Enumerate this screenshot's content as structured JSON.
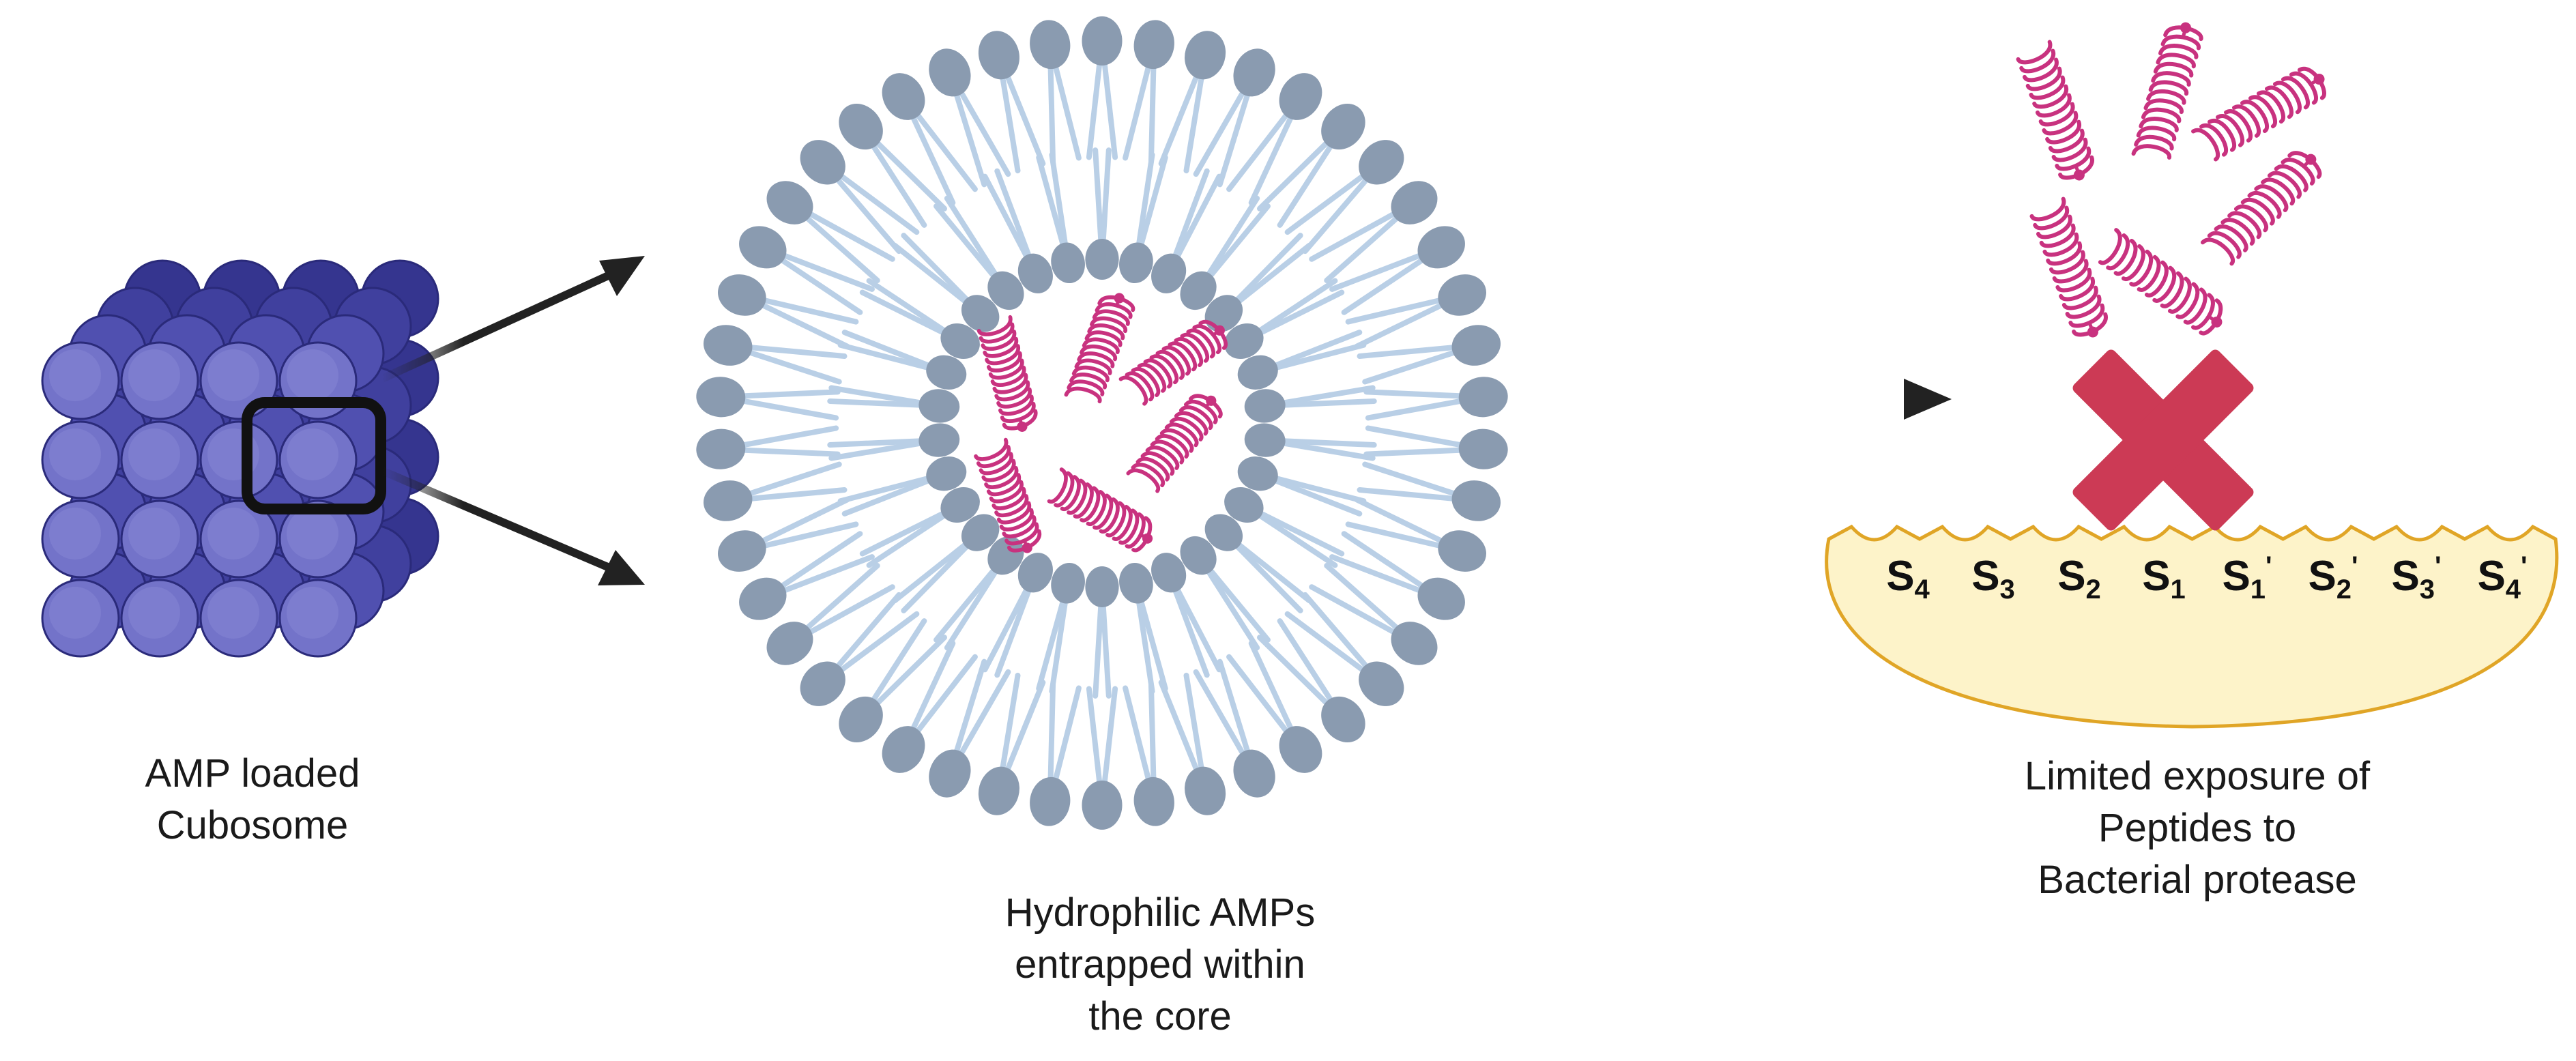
{
  "colors": {
    "cube_dark": "#3d3d9e",
    "cube_front": "#7373c9",
    "cube_outline": "#2a2a7a",
    "lipid_head": "#8a9bb0",
    "lipid_tail": "#b9cfe6",
    "peptide": "#c8327f",
    "cross": "#cc3a55",
    "protease_fill": "#fdf3c9",
    "protease_stroke": "#e0a526",
    "arrow": "#222222"
  },
  "icons": {
    "cubosome": "cube-of-spheres",
    "micelle": "lipid-vesicle",
    "peptide": "helix-coil",
    "block": "red-cross",
    "enzyme": "protease-pocket"
  },
  "captions": {
    "cubosome": [
      "AMP loaded",
      "Cubosome"
    ],
    "core": [
      "Hydrophilic AMPs",
      "entrapped within",
      "the core"
    ],
    "protease": [
      "Limited exposure of",
      "Peptides to",
      "Bacterial protease"
    ]
  },
  "protease_sites": [
    {
      "base": "S",
      "sub": "4",
      "prime": ""
    },
    {
      "base": "S",
      "sub": "3",
      "prime": ""
    },
    {
      "base": "S",
      "sub": "2",
      "prime": ""
    },
    {
      "base": "S",
      "sub": "1",
      "prime": ""
    },
    {
      "base": "S",
      "sub": "1",
      "prime": "'"
    },
    {
      "base": "S",
      "sub": "2",
      "prime": "'"
    },
    {
      "base": "S",
      "sub": "3",
      "prime": "'"
    },
    {
      "base": "S",
      "sub": "4",
      "prime": "'"
    }
  ]
}
